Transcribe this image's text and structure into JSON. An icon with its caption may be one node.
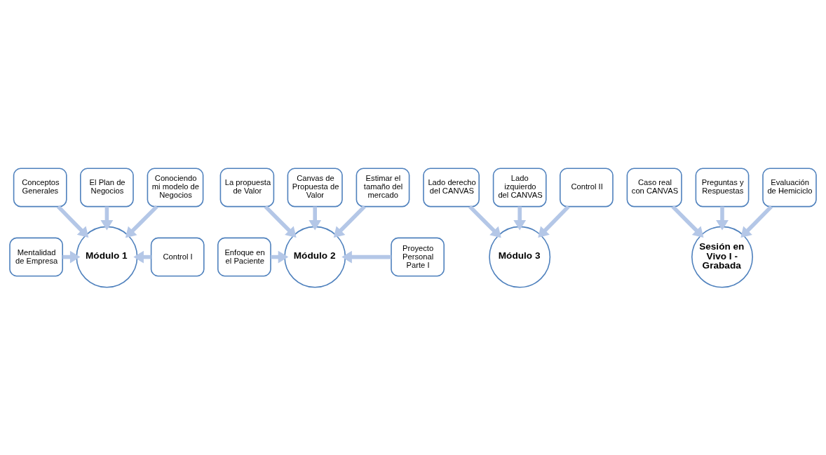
{
  "diagram": {
    "nodes": [
      {
        "text": [
          "Conceptos Generales"
        ]
      },
      {
        "text": [
          "El Plan de Negocios"
        ]
      },
      {
        "text": [
          "Conociendo mi modelo de Negocios"
        ]
      },
      {
        "text": [
          "Mentalidad de Empresa"
        ]
      },
      {
        "text": [
          "Módulo 1"
        ]
      },
      {
        "text": [
          "Control I"
        ]
      },
      {
        "text": [
          "La propuesta de Valor"
        ]
      },
      {
        "text": [
          "Canvas de Propuesta de Valor"
        ]
      },
      {
        "text": [
          "Estimar el tamaño del mercado"
        ]
      },
      {
        "text": [
          "Enfoque en el Paciente"
        ]
      },
      {
        "text": [
          "Módulo 2"
        ]
      },
      {
        "text": [
          "Proyecto Personal Parte I"
        ]
      },
      {
        "text": [
          "Lado derecho del CANVAS"
        ]
      },
      {
        "text": [
          "Lado izquierdo del CANVAS"
        ]
      },
      {
        "text": [
          "Control II"
        ]
      },
      {
        "text": [
          "Módulo 3"
        ]
      },
      {
        "text": [
          "Caso real con CANVAS"
        ]
      },
      {
        "text": [
          "Preguntas y Respuestas"
        ]
      },
      {
        "text": [
          "Evaluación de Hemiciclo"
        ]
      },
      {
        "text": [
          "Sesión en Vivo I - Grabada"
        ]
      }
    ],
    "edges": [
      {
        "from": 0,
        "to": 4,
        "arrow": "to"
      },
      {
        "from": 1,
        "to": 4,
        "arrow": "to"
      },
      {
        "from": 2,
        "to": 4,
        "arrow": "to"
      },
      {
        "from": 3,
        "to": 4,
        "arrow": "to"
      },
      {
        "from": 5,
        "to": 4,
        "arrow": "to"
      },
      {
        "from": 6,
        "to": 10,
        "arrow": "to"
      },
      {
        "from": 7,
        "to": 10,
        "arrow": "to"
      },
      {
        "from": 8,
        "to": 10,
        "arrow": "to"
      },
      {
        "from": 9,
        "to": 10,
        "arrow": "to"
      },
      {
        "from": 11,
        "to": 10,
        "arrow": "to"
      },
      {
        "from": 12,
        "to": 15,
        "arrow": "to"
      },
      {
        "from": 13,
        "to": 15,
        "arrow": "to"
      },
      {
        "from": 14,
        "to": 15,
        "arrow": "to"
      },
      {
        "from": 16,
        "to": 19,
        "arrow": "to"
      },
      {
        "from": 17,
        "to": 19,
        "arrow": "to"
      },
      {
        "from": 18,
        "to": 19,
        "arrow": "to"
      }
    ]
  }
}
